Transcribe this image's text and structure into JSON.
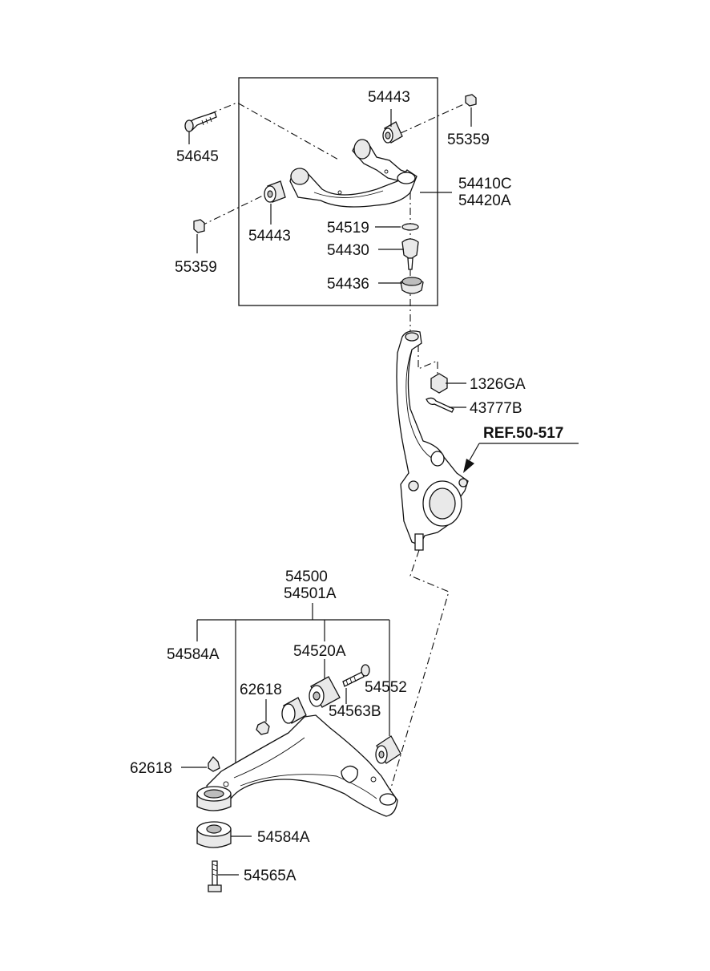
{
  "diagram": {
    "labels": {
      "p54443_top": "54443",
      "p54645": "54645",
      "p55359_right": "55359",
      "p54410C": "54410C",
      "p54420A": "54420A",
      "p54519": "54519",
      "p54443_left": "54443",
      "p54430": "54430",
      "p55359_left": "55359",
      "p54436": "54436",
      "p1326GA": "1326GA",
      "p43777B": "43777B",
      "ref": "REF.50-517",
      "p54500": "54500",
      "p54501A": "54501A",
      "p54584A_upper": "54584A",
      "p54520A": "54520A",
      "p62618_mid": "62618",
      "p54552": "54552",
      "p54563B": "54563B",
      "p62618_left": "62618",
      "p54584A_lower": "54584A",
      "p54565A": "54565A"
    }
  }
}
